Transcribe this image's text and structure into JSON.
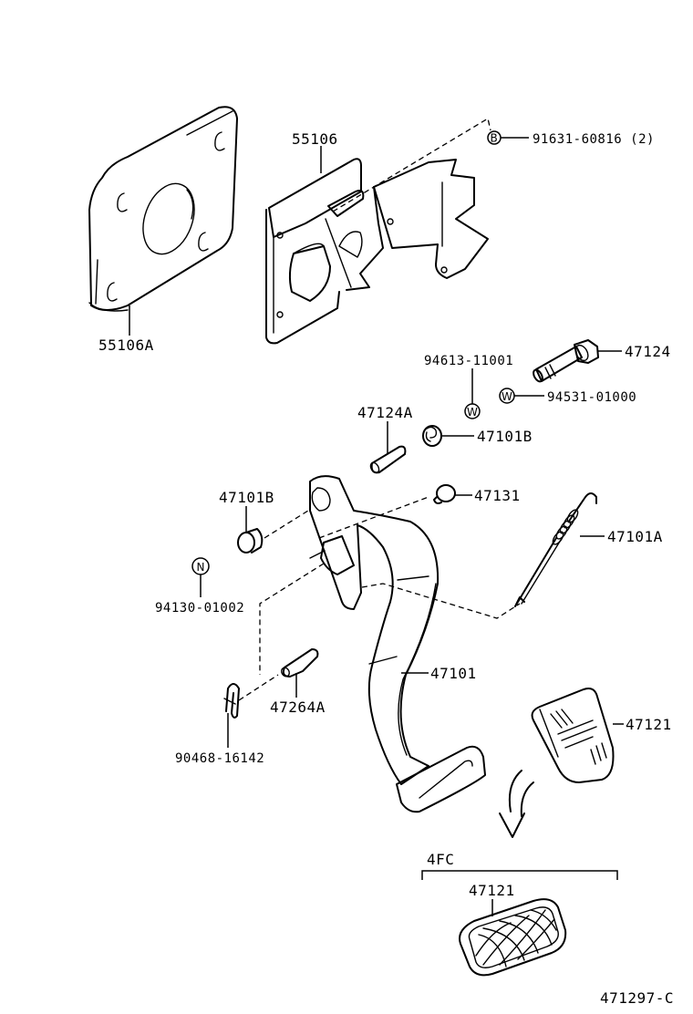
{
  "diagram_id": "471297-C",
  "parts": {
    "p55106A": "55106A",
    "p55106": "55106",
    "p91631": "91631-60816 (2)",
    "p94613": "94613-11001",
    "p47124": "47124",
    "p94531": "94531-01000",
    "p47124A": "47124A",
    "p47101B_upper": "47101B",
    "p47131": "47131",
    "p47101B_left": "47101B",
    "p47101A": "47101A",
    "p94130": "94130-01002",
    "p47101": "47101",
    "p47264A": "47264A",
    "p47121": "47121",
    "p90468": "90468-16142",
    "p47121_4fc": "47121"
  },
  "symbols": {
    "bolt_marker": "B",
    "washer_marker": "W",
    "nut_marker": "N"
  },
  "variant_group": {
    "label": "4FC"
  }
}
